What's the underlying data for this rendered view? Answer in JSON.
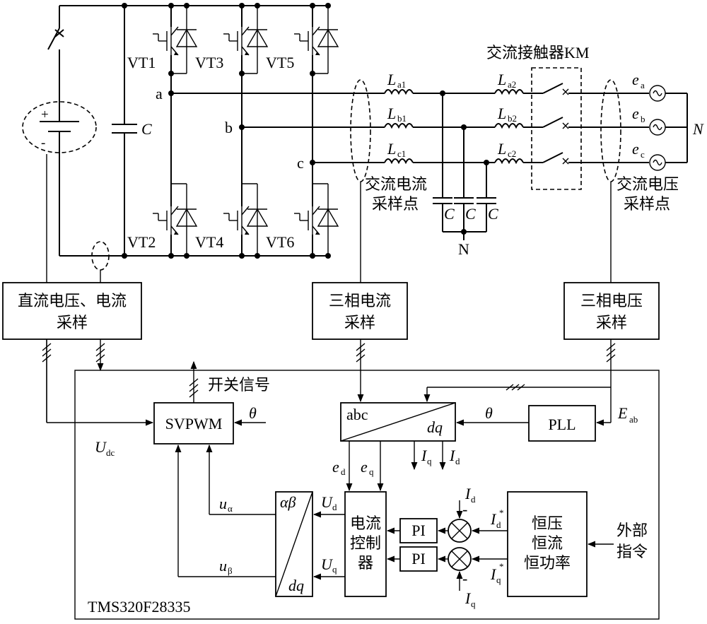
{
  "labels": {
    "vt1": "VT1",
    "vt3": "VT3",
    "vt5": "VT5",
    "vt2": "VT2",
    "vt4": "VT4",
    "vt6": "VT6",
    "node_a": "a",
    "node_b": "b",
    "node_c": "c",
    "dc_cap": "C",
    "dc_plus": "+",
    "dc_minus": "-",
    "la1": "L",
    "la1_sub": "a1",
    "lb1": "L",
    "lb1_sub": "b1",
    "lc1": "L",
    "lc1_sub": "c1",
    "la2": "L",
    "la2_sub": "a2",
    "lb2": "L",
    "lb2_sub": "b2",
    "lc2": "L",
    "lc2_sub": "c2",
    "filter_cap1": "C",
    "filter_cap2": "C",
    "filter_cap3": "C",
    "filter_n": "N",
    "contactor": "交流接触器KM",
    "ea": "e",
    "ea_sub": "a",
    "eb": "e",
    "eb_sub": "b",
    "ec": "e",
    "ec_sub": "c",
    "grid_n": "N",
    "ac_current_point_1": "交流电流",
    "ac_current_point_2": "采样点",
    "ac_voltage_point_1": "交流电压",
    "ac_voltage_point_2": "采样点"
  },
  "blocks": {
    "dc_sampling_1": "直流电压、电流",
    "dc_sampling_2": "采样",
    "three_phase_current_1": "三相电流",
    "three_phase_current_2": "采样",
    "three_phase_voltage_1": "三相电压",
    "three_phase_voltage_2": "采样",
    "svpwm": "SVPWM",
    "pll": "PLL",
    "abc": "abc",
    "dq": "dq",
    "alpha_beta": "αβ",
    "dq2": "dq",
    "current_ctrl_1": "电流",
    "current_ctrl_2": "控制",
    "current_ctrl_3": "器",
    "pi1": "PI",
    "pi2": "PI",
    "mode_1": "恒压",
    "mode_2": "恒流",
    "mode_3": "恒功率",
    "external_1": "外部",
    "external_2": "指令",
    "dsp": "TMS320F28335",
    "switch_signal": "开关信号"
  },
  "signals": {
    "theta_svpwm": "θ",
    "theta_pll": "θ",
    "udc": "U",
    "udc_sub": "dc",
    "eab": "E",
    "eab_sub": "ab",
    "ed": "e",
    "ed_sub": "d",
    "eq": "e",
    "eq_sub": "q",
    "iq_out": "I",
    "iq_out_sub": "q",
    "id_out": "I",
    "id_out_sub": "d",
    "u_alpha": "u",
    "u_alpha_sub": "α",
    "u_beta": "u",
    "u_beta_sub": "β",
    "ud": "U",
    "ud_sub": "d",
    "uq": "U",
    "uq_sub": "q",
    "id_fb": "I",
    "id_fb_sub": "d",
    "iq_fb": "I",
    "iq_fb_sub": "q",
    "id_ref": "I",
    "id_ref_sub": "d",
    "id_ref_sup": "*",
    "iq_ref": "I",
    "iq_ref_sub": "q",
    "iq_ref_sup": "*",
    "minus_d": "-",
    "minus_q": "-"
  }
}
